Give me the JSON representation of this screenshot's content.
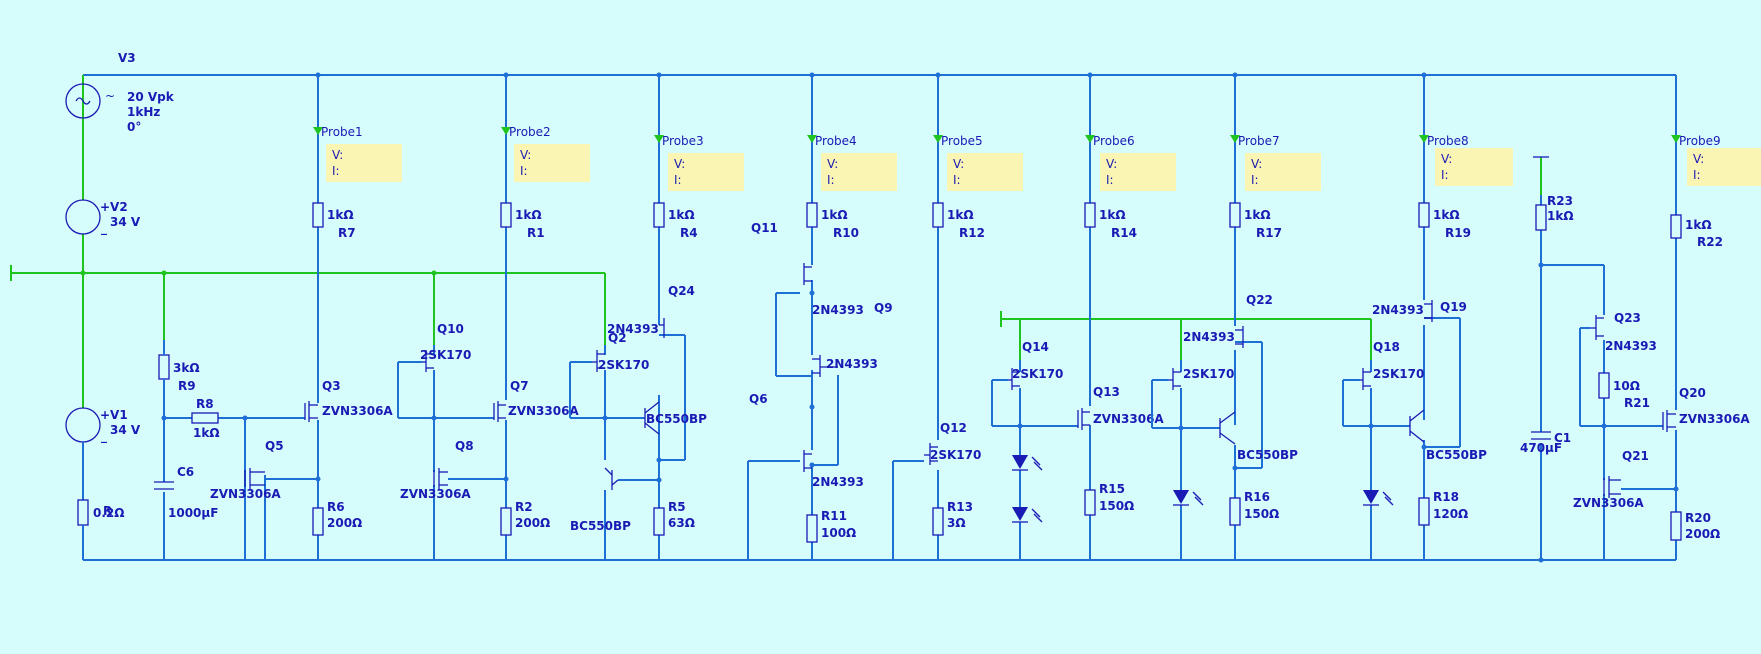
{
  "sources": {
    "v3": {
      "name": "V3",
      "line1": "20 Vpk",
      "line2": "1kHz",
      "line3": "0°"
    },
    "v2": {
      "name": "+V2",
      "value": "34 V",
      "minus": "_"
    },
    "v1": {
      "name": "+V1",
      "value": "34 V",
      "minus": "_"
    }
  },
  "probes": [
    {
      "name": "Probe1",
      "v": "V:",
      "i": "I:"
    },
    {
      "name": "Probe2",
      "v": "V:",
      "i": "I:"
    },
    {
      "name": "Probe3",
      "v": "V:",
      "i": "I:"
    },
    {
      "name": "Probe4",
      "v": "V:",
      "i": "I:"
    },
    {
      "name": "Probe5",
      "v": "V:",
      "i": "I:"
    },
    {
      "name": "Probe6",
      "v": "V:",
      "i": "I:"
    },
    {
      "name": "Probe7",
      "v": "V:",
      "i": "I:"
    },
    {
      "name": "Probe8",
      "v": "V:",
      "i": "I:"
    },
    {
      "name": "Probe9",
      "v": "V:",
      "i": "I:"
    }
  ],
  "resistors": {
    "r7": {
      "value": "1kΩ",
      "name": "R7"
    },
    "r1": {
      "value": "1kΩ",
      "name": "R1"
    },
    "r4": {
      "value": "1kΩ",
      "name": "R4"
    },
    "r10": {
      "value": "1kΩ",
      "name": "R10"
    },
    "r12": {
      "value": "1kΩ",
      "name": "R12"
    },
    "r14": {
      "value": "1kΩ",
      "name": "R14"
    },
    "r17": {
      "value": "1kΩ",
      "name": "R17"
    },
    "r19": {
      "value": "1kΩ",
      "name": "R19"
    },
    "r23": {
      "value": "1kΩ",
      "name": "R23"
    },
    "r22": {
      "value": "1kΩ",
      "name": "R22"
    },
    "r9": {
      "value": "3kΩ",
      "name": "R9"
    },
    "r8": {
      "value": "1kΩ",
      "name": "R8"
    },
    "r_src": {
      "value": "0.2Ω",
      "overlay": "R"
    },
    "r6": {
      "value": "200Ω",
      "name": "R6"
    },
    "r2": {
      "value": "200Ω",
      "name": "R2"
    },
    "r5": {
      "value": "63Ω",
      "name": "R5"
    },
    "r11": {
      "value": "100Ω",
      "name": "R11"
    },
    "r13": {
      "value": "3Ω",
      "name": "R13"
    },
    "r15": {
      "value": "150Ω",
      "name": "R15"
    },
    "r16": {
      "value": "150Ω",
      "name": "R16"
    },
    "r18": {
      "value": "120Ω",
      "name": "R18"
    },
    "r21": {
      "value": "10Ω",
      "name": "R21"
    },
    "r20": {
      "value": "200Ω",
      "name": "R20"
    }
  },
  "capacitors": {
    "c6": {
      "name": "C6",
      "value": "1000µF"
    },
    "c1": {
      "name": "C1",
      "value": "470µF"
    }
  },
  "transistors": {
    "q3": {
      "name": "Q3",
      "part": "ZVN3306A"
    },
    "q5": {
      "name": "Q5",
      "part": "ZVN3306A"
    },
    "q10": {
      "name": "Q10",
      "part": "2SK170"
    },
    "q7": {
      "name": "Q7",
      "part": "ZVN3306A"
    },
    "q8": {
      "name": "Q8",
      "part": "ZVN3306A"
    },
    "q2": {
      "name": "Q2",
      "part": "2SK170",
      "part2": "2N4393"
    },
    "q24": {
      "name": "Q24",
      "part": "BC550BP"
    },
    "bc_q2": {
      "part": "BC550BP"
    },
    "q11": {
      "name": "Q11",
      "part": "2N4393"
    },
    "q9": {
      "name": "Q9",
      "part": "2N4393"
    },
    "q6": {
      "name": "Q6",
      "part": "2N4393"
    },
    "q12": {
      "name": "Q12",
      "part": "2SK170"
    },
    "q14": {
      "name": "Q14",
      "part": "2SK170"
    },
    "q13": {
      "name": "Q13",
      "part": "ZVN3306A"
    },
    "q22": {
      "name": "Q22",
      "part": "2N4393",
      "part2": "2SK170"
    },
    "bc_q22": {
      "part": "BC550BP"
    },
    "q18": {
      "name": "Q18",
      "part": "2SK170"
    },
    "q19": {
      "name": "Q19",
      "part": "2N4393"
    },
    "bc_q19": {
      "part": "BC550BP"
    },
    "q23": {
      "name": "Q23",
      "part": "2N4393"
    },
    "q20": {
      "name": "Q20",
      "part": "ZVN3306A"
    },
    "q21": {
      "name": "Q21",
      "part": "ZVN3306A"
    }
  }
}
